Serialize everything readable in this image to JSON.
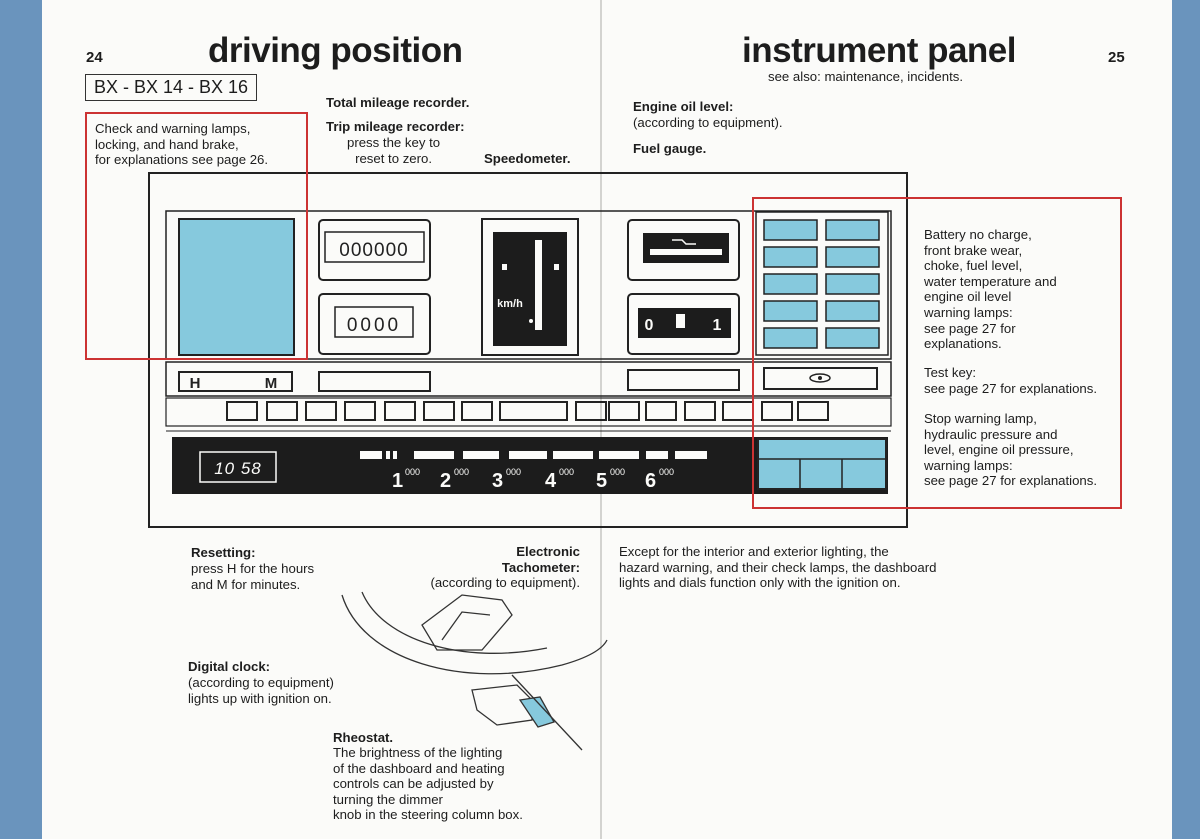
{
  "left_page": {
    "number": "24",
    "title": "driving position",
    "models": "BX - BX 14 - BX 16",
    "callouts": {
      "warning_lamps": "Check and warning lamps,\nlocking, and hand brake,\nfor explanations see page 26.",
      "total_mileage": "Total mileage recorder.",
      "trip_title": "Trip mileage recorder:",
      "trip_body": "press the key to\nreset to zero.",
      "speedometer": "Speedometer.",
      "resetting_title": "Resetting:",
      "resetting_body": "press H for the hours\nand M for minutes.",
      "tacho_title": "Electronic\nTachometer:",
      "tacho_body": "(according to equipment).",
      "clock_title": "Digital clock:",
      "clock_body": "(according to equipment)\nlights up with ignition on.",
      "rheostat_title": "Rheostat.",
      "rheostat_body": "The brightness of the lighting\nof the dashboard and heating\ncontrols can be adjusted by\nturning the dimmer\nknob in the steering column box."
    }
  },
  "right_page": {
    "number": "25",
    "title": "instrument panel",
    "subtitle": "see also: maintenance, incidents.",
    "callouts": {
      "oil_title": "Engine oil level:",
      "oil_body": "(according to equipment).",
      "fuel": "Fuel gauge.",
      "battery": "Battery no charge,\nfront brake wear,\nchoke, fuel level,\nwater temperature and\nengine oil level\nwarning lamps:\nsee page 27 for\nexplanations.",
      "test_key": "Test key:\nsee page 27 for explanations.",
      "stop_lamp": "Stop warning lamp,\nhydraulic pressure and\nlevel, engine oil pressure,\nwarning lamps:\nsee page 27 for explanations.",
      "ignition_note": "Except for the interior and exterior lighting, the\nhazard warning, and their check lamps, the dashboard\nlights and dials function only with the ignition on."
    }
  },
  "dashboard": {
    "total_odometer": "000000",
    "trip_odometer": "0000",
    "speed_unit": "km/h",
    "clock_display": "10 58",
    "clock_keys": [
      "H",
      "M"
    ],
    "fuel_marks": [
      "0",
      "1"
    ],
    "tacho_labels": [
      "1",
      "2",
      "3",
      "4",
      "5",
      "6"
    ],
    "tacho_suffix": "000"
  },
  "colors": {
    "lamp_blue": "#86c9dd",
    "callout_red": "#cc3333",
    "panel_black": "#1c1c1c"
  }
}
